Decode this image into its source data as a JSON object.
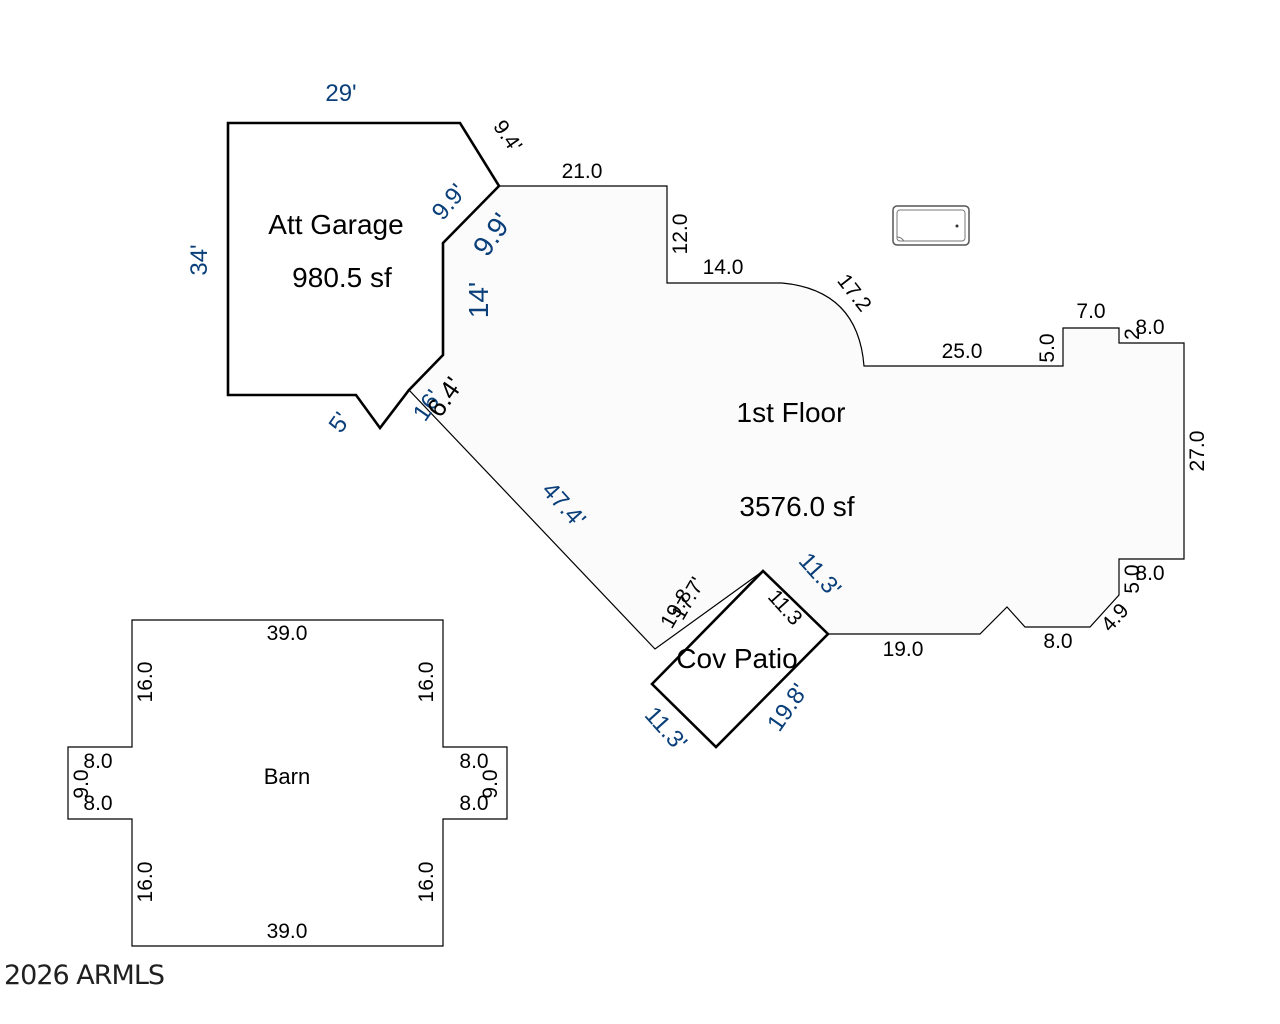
{
  "rooms": {
    "garage": {
      "name": "Att Garage",
      "area": "980.5 sf"
    },
    "first_floor": {
      "name": "1st Floor",
      "area": "3576.0 sf"
    },
    "patio": {
      "name": "Cov Patio"
    },
    "barn": {
      "name": "Barn"
    }
  },
  "garage_dims": {
    "top": "29'",
    "left": "34'",
    "diag_upper": "9.4'",
    "diag_inner": "9.9'",
    "inner_side": "9.9'",
    "side_14": "14'",
    "bottom_5": "5'",
    "bottom_16": "16'"
  },
  "floor_dims": {
    "top": "21.0",
    "step_v": "12.0",
    "step_h": "14.0",
    "arc": "17.2",
    "mid": "25.0",
    "notch_v": "5.0",
    "notch_top": "7.0",
    "small_2": "2",
    "right_top": "8.0",
    "right": "27.0",
    "right_lower": "8.0",
    "right_lower_v": "5.0",
    "diag_small": "4.9",
    "bottom_8": "8.0",
    "bottom_19": "19.0",
    "overlap_a": "6.4'",
    "overlap_b": "17.7'",
    "overlap_c": "19.8",
    "diagonal": "47.4'"
  },
  "patio_dims": {
    "inner": "11.3",
    "top_right": "11.3'",
    "bottom_left": "11.3'",
    "bottom_right": "19.8'"
  },
  "barn_dims": {
    "top": "39.0",
    "bottom": "39.0",
    "left_upper": "16.0",
    "left_lower": "16.0",
    "right_upper": "16.0",
    "right_lower": "16.0",
    "left_notch_top": "8.0",
    "left_notch_bottom": "8.0",
    "left_notch_v": "9.0",
    "right_notch_top": "8.0",
    "right_notch_bottom": "8.0",
    "right_notch_v": "9.0"
  },
  "copyright": "2026 ARMLS"
}
